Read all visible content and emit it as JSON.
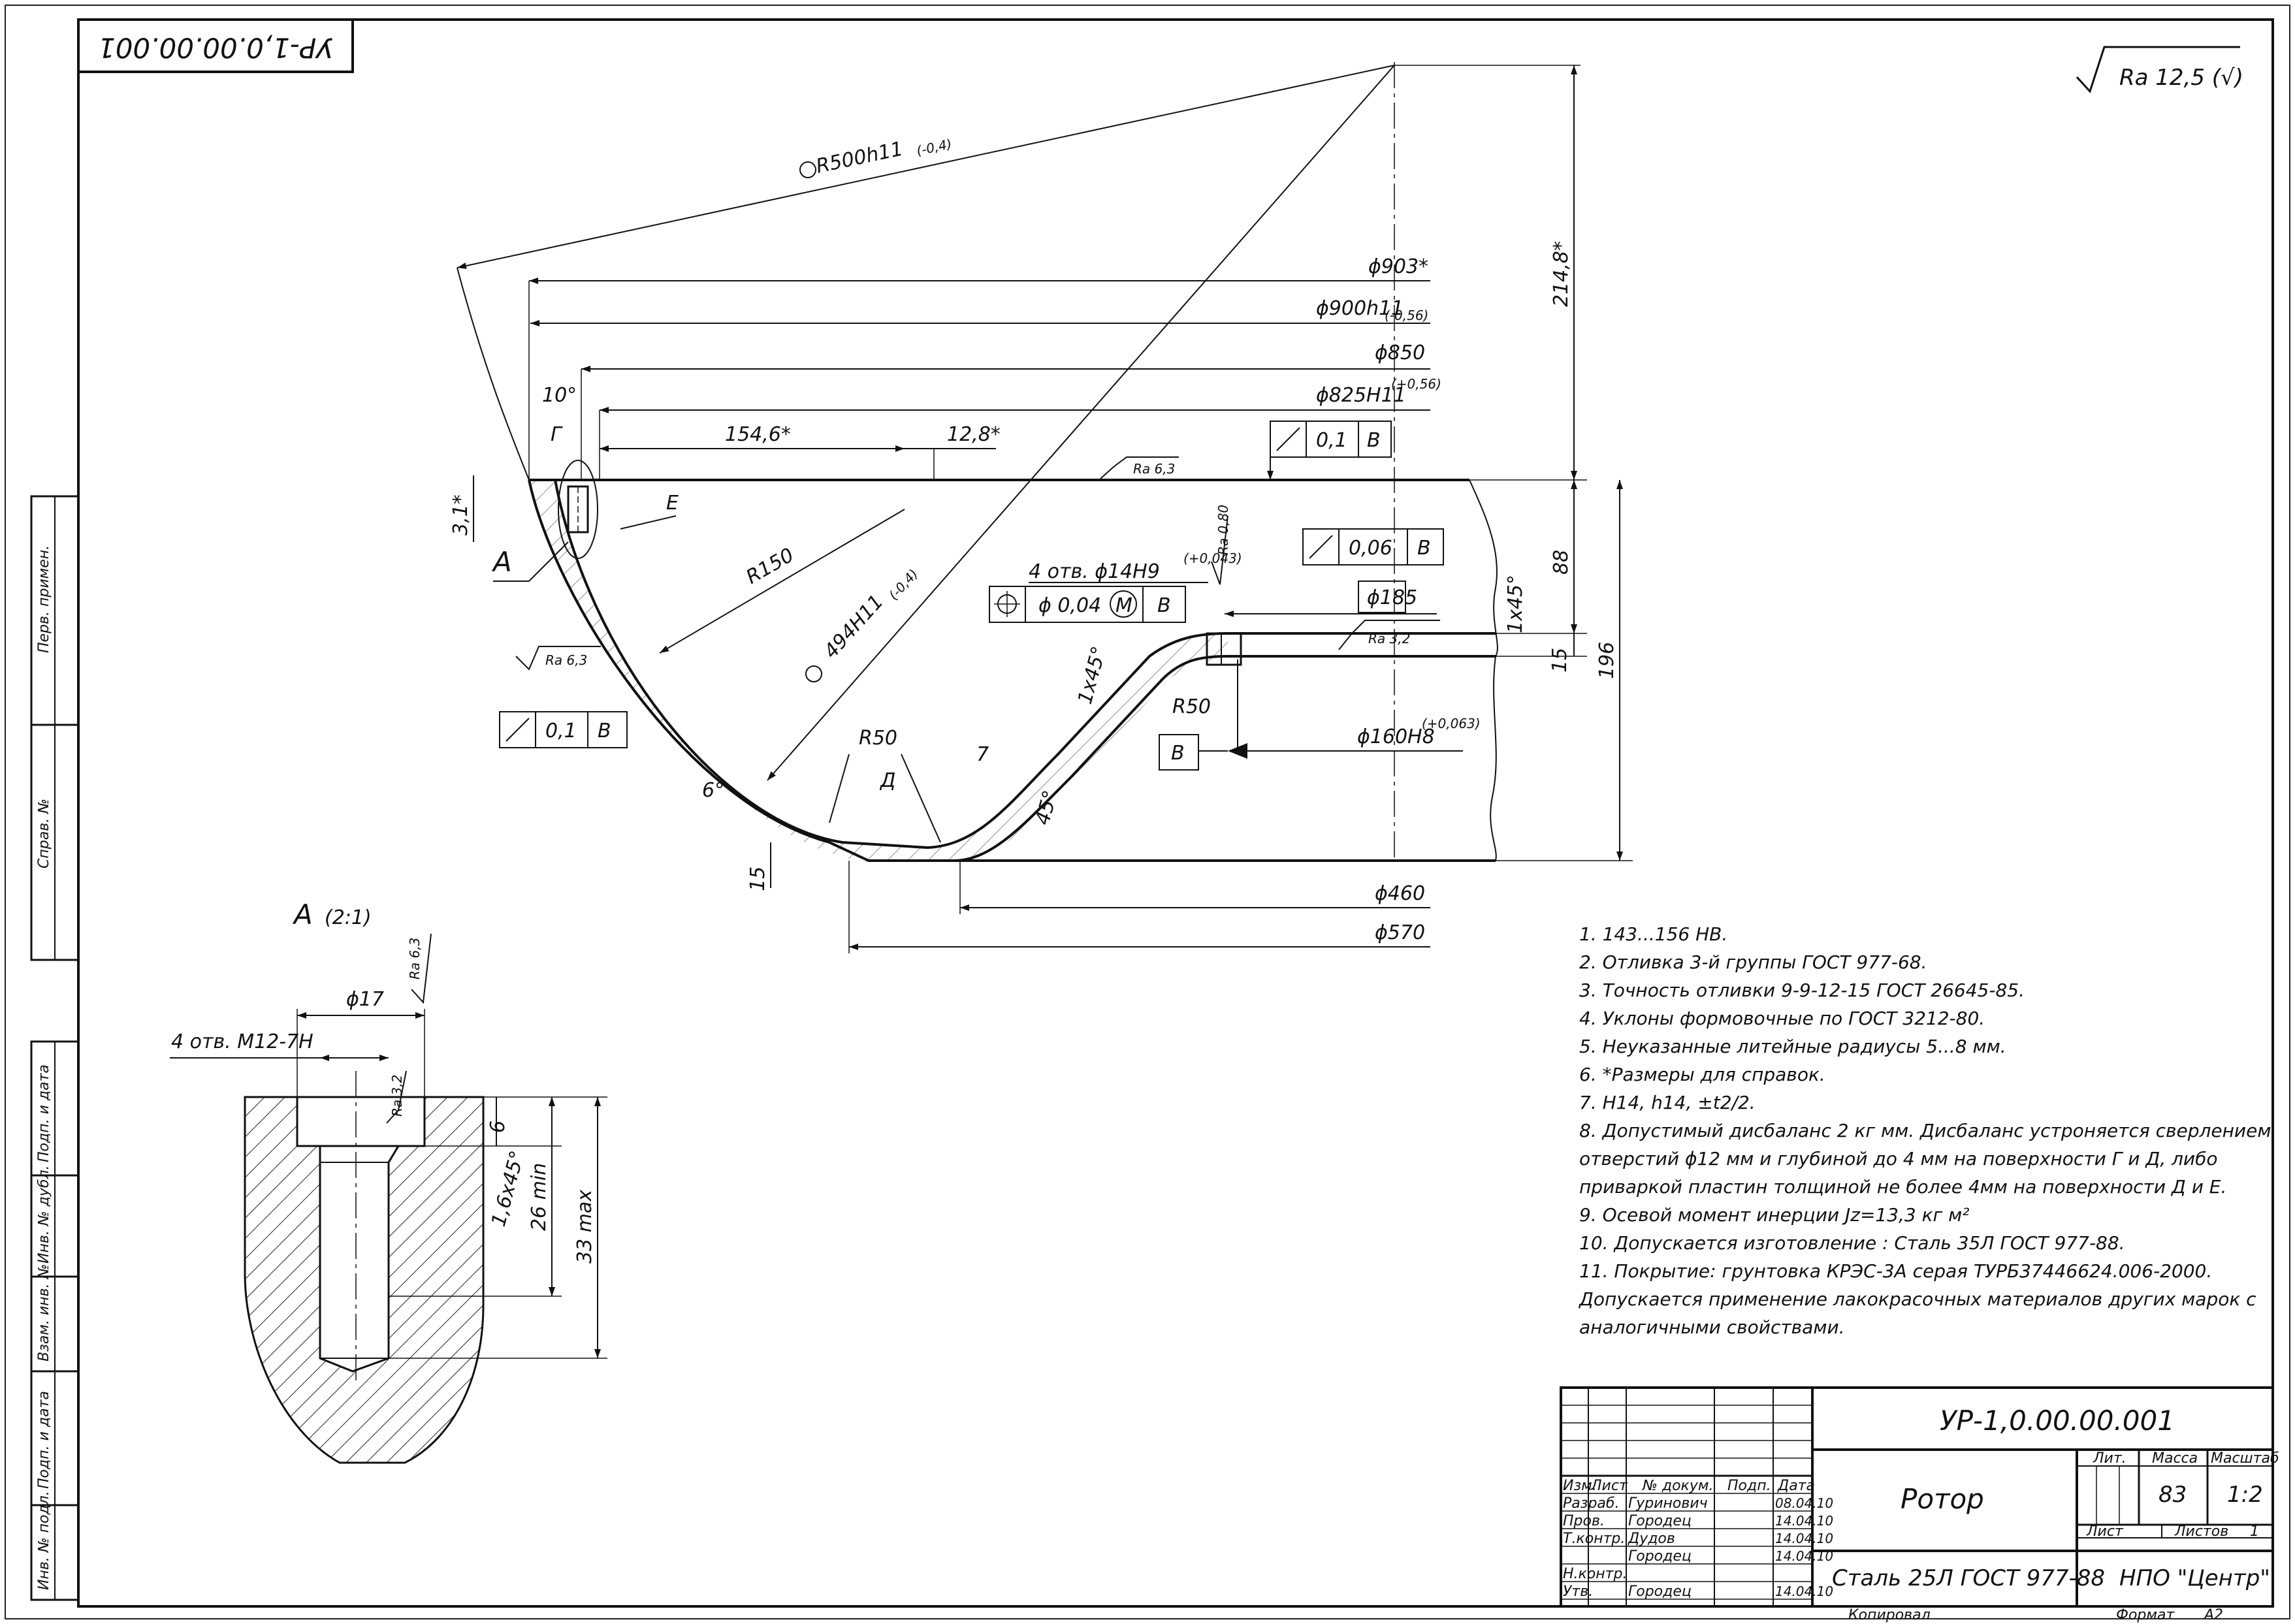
{
  "stamp_top": "УР-1,0.00.00.001",
  "roughness_general": "Ra 12,5 (√)",
  "dimensions": {
    "r500": "R500h11",
    "r500_tol": "(-0,4)",
    "d903": "ϕ903*",
    "d900": "ϕ900h11",
    "d900_tol": "(-0,56)",
    "d850": "ϕ850",
    "d825": "ϕ825H11",
    "d825_tol": "(+0,56)",
    "angle10": "10°",
    "g_label": "Г",
    "d154": "154,6*",
    "d128": "12,8*",
    "ra63_top": "Ra 6,3",
    "d31": "3,1*",
    "e_label": "E",
    "a_label": "A",
    "r150": "R150",
    "d494": "494H11",
    "d494_tol": "(-0,4)",
    "ra63_left": "Ra 6,3",
    "angle6": "6°",
    "r50_left": "R50",
    "d_label": "Д",
    "seven": "7",
    "angle45": "45°",
    "chamfer1": "1x45°",
    "r50_right": "R50",
    "holes": "4 отв. ϕ14H9",
    "holes_tol": "(+0,043)",
    "d185": "ϕ185",
    "ra32": "Ra 3,2",
    "ra080": "Ra 0,80",
    "d160": "ϕ160H8",
    "d160_tol": "(+0,063)",
    "chamfer2": "1x45°",
    "d2148": "214,8*",
    "d88": "88",
    "d196": "196",
    "d15_right": "15",
    "d15_bottom": "15",
    "d460": "ϕ460",
    "d570": "ϕ570",
    "datum_b": "B"
  },
  "tolerance_frames": {
    "f1": [
      "0,1",
      "B"
    ],
    "f2": [
      "0,06",
      "B"
    ],
    "f3": [
      "0,1",
      "B"
    ],
    "f4": [
      "ϕ 0,04",
      "M",
      "B"
    ]
  },
  "detail": {
    "title": "A",
    "scale": "(2:1)",
    "d17": "ϕ17",
    "ra63": "Ra 6,3",
    "holes": "4 отв. M12-7H",
    "ra32": "Ra 3,2",
    "d6": "6",
    "chamfer": "1,6x45°",
    "d26": "26 min",
    "d33": "33 max"
  },
  "notes": [
    "1.  143...156 HB.",
    "2.  Отливка 3-й группы ГОСТ 977-68.",
    "3.  Точность отливки 9-9-12-15 ГОСТ 26645-85.",
    "4.  Уклоны формовочные по ГОСТ 3212-80.",
    "5.  Неуказанные литейные радиусы 5...8 мм.",
    "6.  *Размеры для справок.",
    "7.  H14, h14, ±t2/2.",
    "8.  Допустимый дисбаланс 2 кг мм. Дисбаланс устроняется сверлением",
    "отверстий ϕ12 мм и глубиной до 4 мм на поверхности Г и Д, либо",
    "приваркой пластин толщиной не более 4мм на поверхности Д и Е.",
    "9.  Осевой момент инерции Jz=13,3 кг м²",
    "10.  Допускается изготовление : Сталь 35Л ГОСТ 977-88.",
    "11.  Покрытие:  грунтовка  КРЭС-3А  серая  ТУРБ37446624.006-2000.",
    "Допускается применение лакокрасочных материалов других марок с",
    "аналогичными свойствами."
  ],
  "title_block": {
    "designation": "УР-1,0.00.00.001",
    "name": "Ротор",
    "material": "Сталь 25Л ГОСТ 977-88",
    "org": "НПО \"Центр\"",
    "col_lit": "Лит.",
    "col_mass": "Масса",
    "col_scale": "Масштаб",
    "mass": "83",
    "scale": "1:2",
    "sheet_label": "Лист",
    "sheets_label": "Листов",
    "sheets_value": "1",
    "hdr": [
      "Изм.",
      "Лист",
      "№ докум.",
      "Подп.",
      "Дата"
    ],
    "rows": [
      {
        "role": "Разраб.",
        "name": "Гуринович",
        "date": "08.04.10"
      },
      {
        "role": "Пров.",
        "name": "Городец",
        "date": "14.04.10"
      },
      {
        "role": "Т.контр.",
        "name": "Дудов",
        "date": "14.04.10"
      },
      {
        "role": "",
        "name": "Городец",
        "date": "14.04.10"
      },
      {
        "role": "Н.контр.",
        "name": "",
        "date": ""
      },
      {
        "role": "Утв.",
        "name": "Городец",
        "date": "14.04.10"
      }
    ],
    "copied": "Копировал",
    "format_label": "Формат",
    "format_value": "A2"
  },
  "side_stamps": [
    "Перв. примен.",
    "Справ. №",
    "Подп. и дата",
    "Инв. № дубл.",
    "Взам. инв. №",
    "Подп. и дата",
    "Инв. № подл."
  ]
}
